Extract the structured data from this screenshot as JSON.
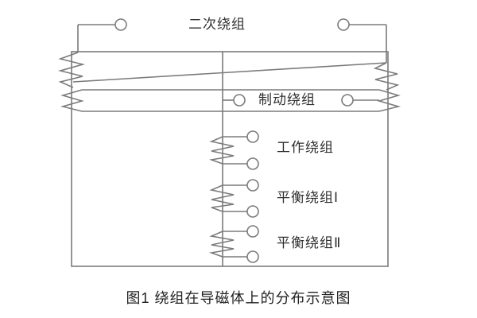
{
  "diagram": {
    "labels": {
      "secondary": "二次绕组",
      "braking": "制动绕组",
      "working": "工作绕组",
      "balance_1": "平衡绕组Ⅰ",
      "balance_2": "平衡绕组Ⅱ"
    },
    "caption": "图1 绕组在导磁体上的分布示意图",
    "colors": {
      "line": "#7b7b7b",
      "text": "#2f2f2f",
      "background": "#ffffff"
    }
  }
}
